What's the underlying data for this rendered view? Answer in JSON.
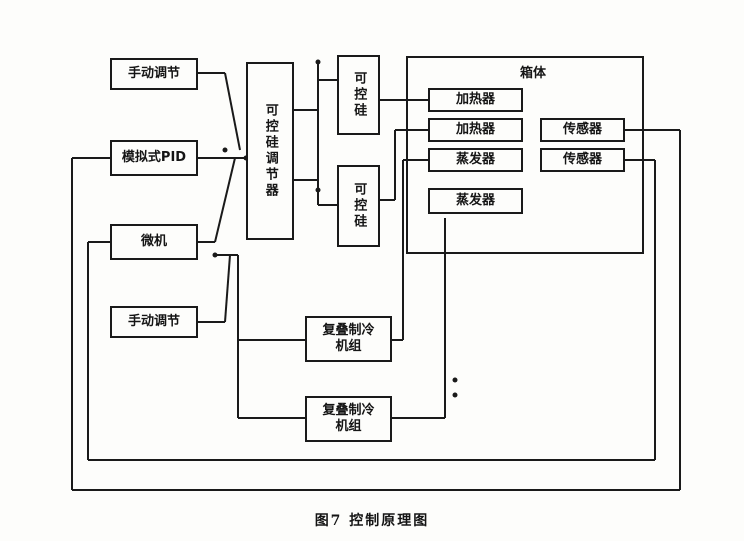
{
  "blocks": {
    "manual_adjust_top": "手动调节",
    "analog_pid": "模拟式PID",
    "microcomputer": "微机",
    "manual_adjust_bottom": "手动调节",
    "scr_regulator": "可控硅调节器",
    "scr_top": "可控硅",
    "scr_bottom": "可控硅",
    "chamber": "箱体",
    "heater_1": "加热器",
    "heater_2": "加热器",
    "evaporator_1": "蒸发器",
    "evaporator_2": "蒸发器",
    "sensor_1": "传感器",
    "sensor_2": "传感器",
    "cascade_refrigeration_1": "复叠制冷机组",
    "cascade_refrigeration_2": "复叠制冷机组"
  },
  "caption": "图7 控制原理图"
}
